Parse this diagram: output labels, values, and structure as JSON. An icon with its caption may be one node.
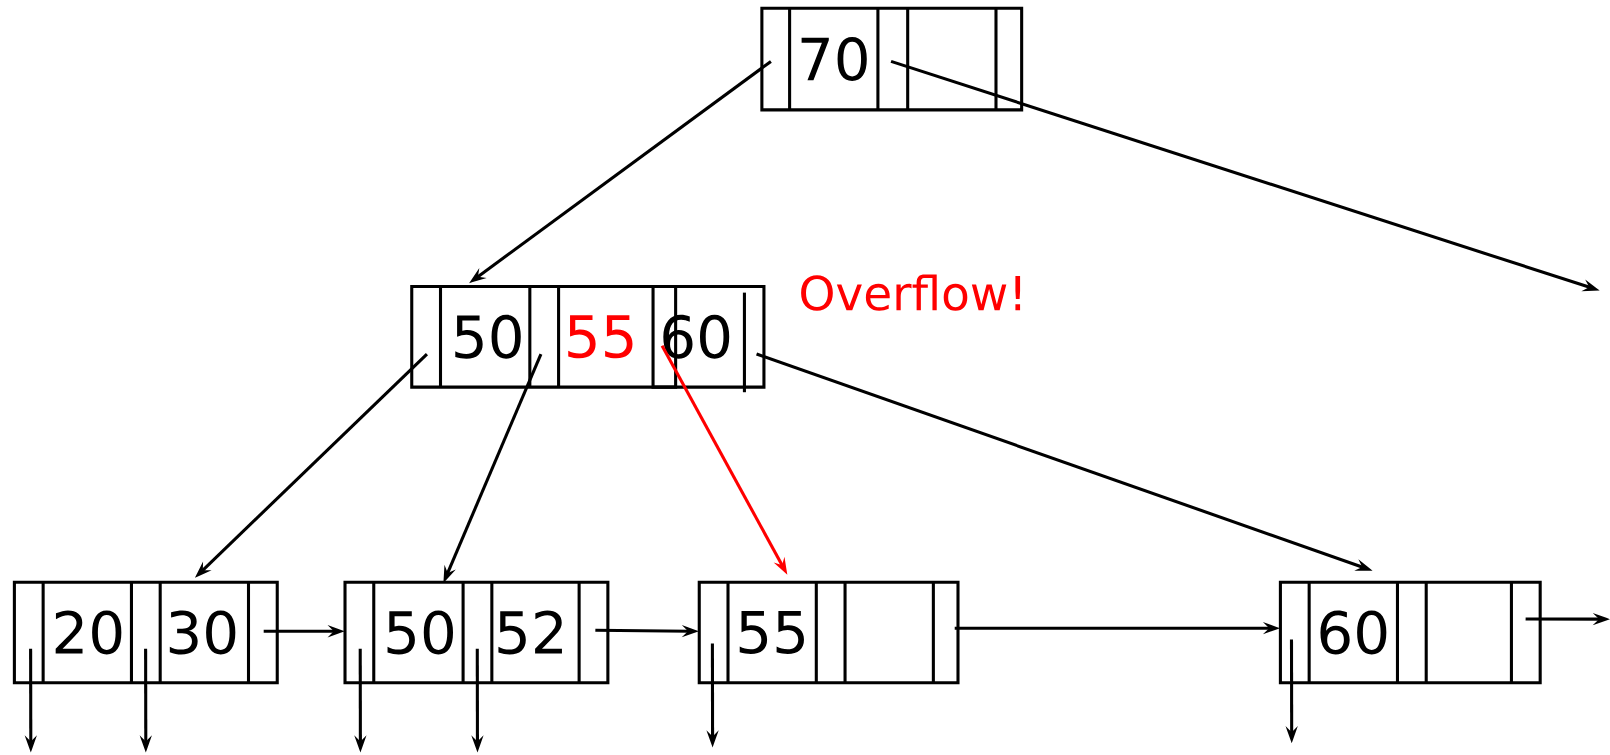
{
  "diagram": {
    "nodes": [
      {
        "text": [
          "70"
        ]
      },
      {
        "text": [
          "50",
          "55",
          "60"
        ]
      },
      {
        "text": [
          "20",
          "30"
        ]
      },
      {
        "text": [
          "50",
          "52"
        ]
      },
      {
        "text": [
          "55"
        ]
      },
      {
        "text": [
          "60"
        ]
      }
    ],
    "edges": [
      {
        "from": 0,
        "to": 1,
        "arrow": "to"
      },
      {
        "from": 0,
        "to": null,
        "arrow": "to"
      },
      {
        "from": 1,
        "to": 2,
        "arrow": "to"
      },
      {
        "from": 1,
        "to": 3,
        "arrow": "to"
      },
      {
        "from": 1,
        "to": 4,
        "arrow": "to",
        "color": "#ff0000"
      },
      {
        "from": 1,
        "to": 5,
        "arrow": "to"
      },
      {
        "from": 2,
        "to": 3,
        "arrow": "to"
      },
      {
        "from": 3,
        "to": 4,
        "arrow": "to"
      },
      {
        "from": 4,
        "to": 5,
        "arrow": "to"
      },
      {
        "from": 5,
        "to": null,
        "arrow": "to"
      },
      {
        "from": 2,
        "to": null,
        "arrow": "to"
      },
      {
        "from": 2,
        "to": null,
        "arrow": "to"
      },
      {
        "from": 3,
        "to": null,
        "arrow": "to"
      },
      {
        "from": 3,
        "to": null,
        "arrow": "to"
      },
      {
        "from": 4,
        "to": null,
        "arrow": "to"
      },
      {
        "from": 5,
        "to": null,
        "arrow": "to"
      }
    ],
    "labels": [
      "Overflow!"
    ]
  }
}
